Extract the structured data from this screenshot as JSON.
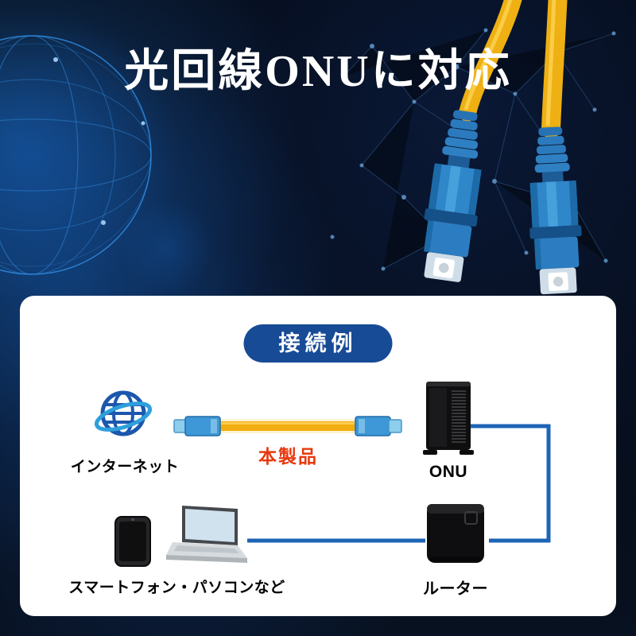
{
  "hero": {
    "title": "光回線ONUに対応"
  },
  "card": {
    "badge": "接続例"
  },
  "diagram": {
    "internet_label": "インターネット",
    "product_label": "本製品",
    "onu_label": "ONU",
    "devices_label": "スマートフォン・パソコンなど",
    "router_label": "ルーター"
  },
  "colors": {
    "badge_bg": "#174b96",
    "connection_line": "#1e64b6",
    "product_text": "#e8380d",
    "cable_yellow": "#f2ae10",
    "connector_blue": "#2e84c8",
    "globe_blue": "#1c57ad",
    "globe_swoosh": "#2f9fdc"
  },
  "icons": {
    "internet": "globe-icon",
    "product": "fiber-cable-icon",
    "onu": "onu-device-icon",
    "smartphone": "smartphone-icon",
    "laptop": "laptop-icon",
    "router": "router-icon",
    "photo": "sc-connector-photo"
  }
}
